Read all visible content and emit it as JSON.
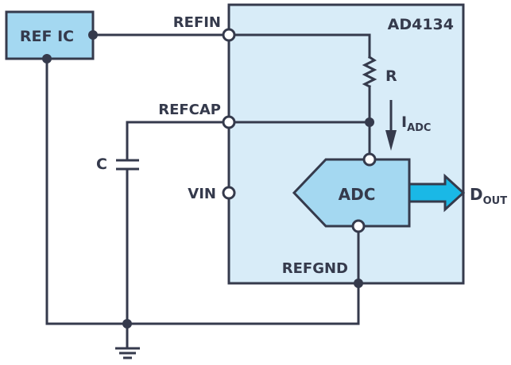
{
  "colors": {
    "line": "#353a4c",
    "chip_fill": "#d8ecf8",
    "ref_ic_fill": "#a4d8f1",
    "adc_fill": "#a4d8f1",
    "arrow_fill": "#1ab8e6",
    "pin_fill": "#ffffff"
  },
  "components": {
    "ref_ic": {
      "label": "REF IC"
    },
    "chip": {
      "label": "AD4134"
    },
    "adc": {
      "label": "ADC"
    },
    "resistor": {
      "label": "R"
    },
    "capacitor": {
      "label": "C"
    },
    "current": {
      "label_main": "I",
      "label_sub": "ADC"
    },
    "output": {
      "label_main": "D",
      "label_sub": "OUT"
    }
  },
  "pins": {
    "refin": "REFIN",
    "refcap": "REFCAP",
    "vin": "VIN",
    "refgnd": "REFGND"
  }
}
